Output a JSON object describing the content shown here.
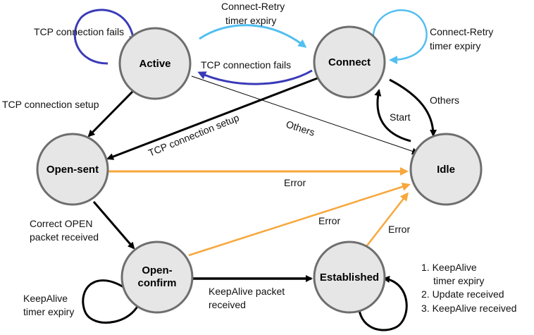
{
  "states": {
    "active": "Active",
    "connect": "Connect",
    "open_sent": "Open-sent",
    "idle": "Idle",
    "open_confirm_line1": "Open-",
    "open_confirm_line2": "confirm",
    "established": "Established"
  },
  "edges": {
    "active_self": "TCP connection fails",
    "active_to_connect_line1": "Connect-Retry",
    "active_to_connect_line2": "timer expiry",
    "connect_to_active": "TCP connection fails",
    "connect_self_line1": "Connect-Retry",
    "connect_self_line2": "timer expiry",
    "active_to_opensent": "TCP connection setup",
    "connect_to_opensent": "TCP connection setup",
    "active_to_idle": "Others",
    "connect_to_idle": "Others",
    "idle_to_connect": "Start",
    "opensent_to_idle": "Error",
    "opensent_to_openconfirm_line1": "Correct OPEN",
    "opensent_to_openconfirm_line2": "packet received",
    "openconfirm_to_idle": "Error",
    "established_to_idle": "Error",
    "openconfirm_self_line1": "KeepAlive",
    "openconfirm_self_line2": "timer expiry",
    "openconfirm_to_established_line1": "KeepAlive packet",
    "openconfirm_to_established_line2": "received",
    "established_self": [
      "1. KeepAlive",
      "timer expiry",
      "2. Update received",
      "3. KeepAlive received"
    ]
  },
  "colors": {
    "state_fill": "#e6e6e6",
    "state_stroke": "#6e6e6e",
    "normal": "#000000",
    "error": "#f7a73c",
    "tcp_fail": "#3a3ab8",
    "retry": "#52bff0"
  }
}
